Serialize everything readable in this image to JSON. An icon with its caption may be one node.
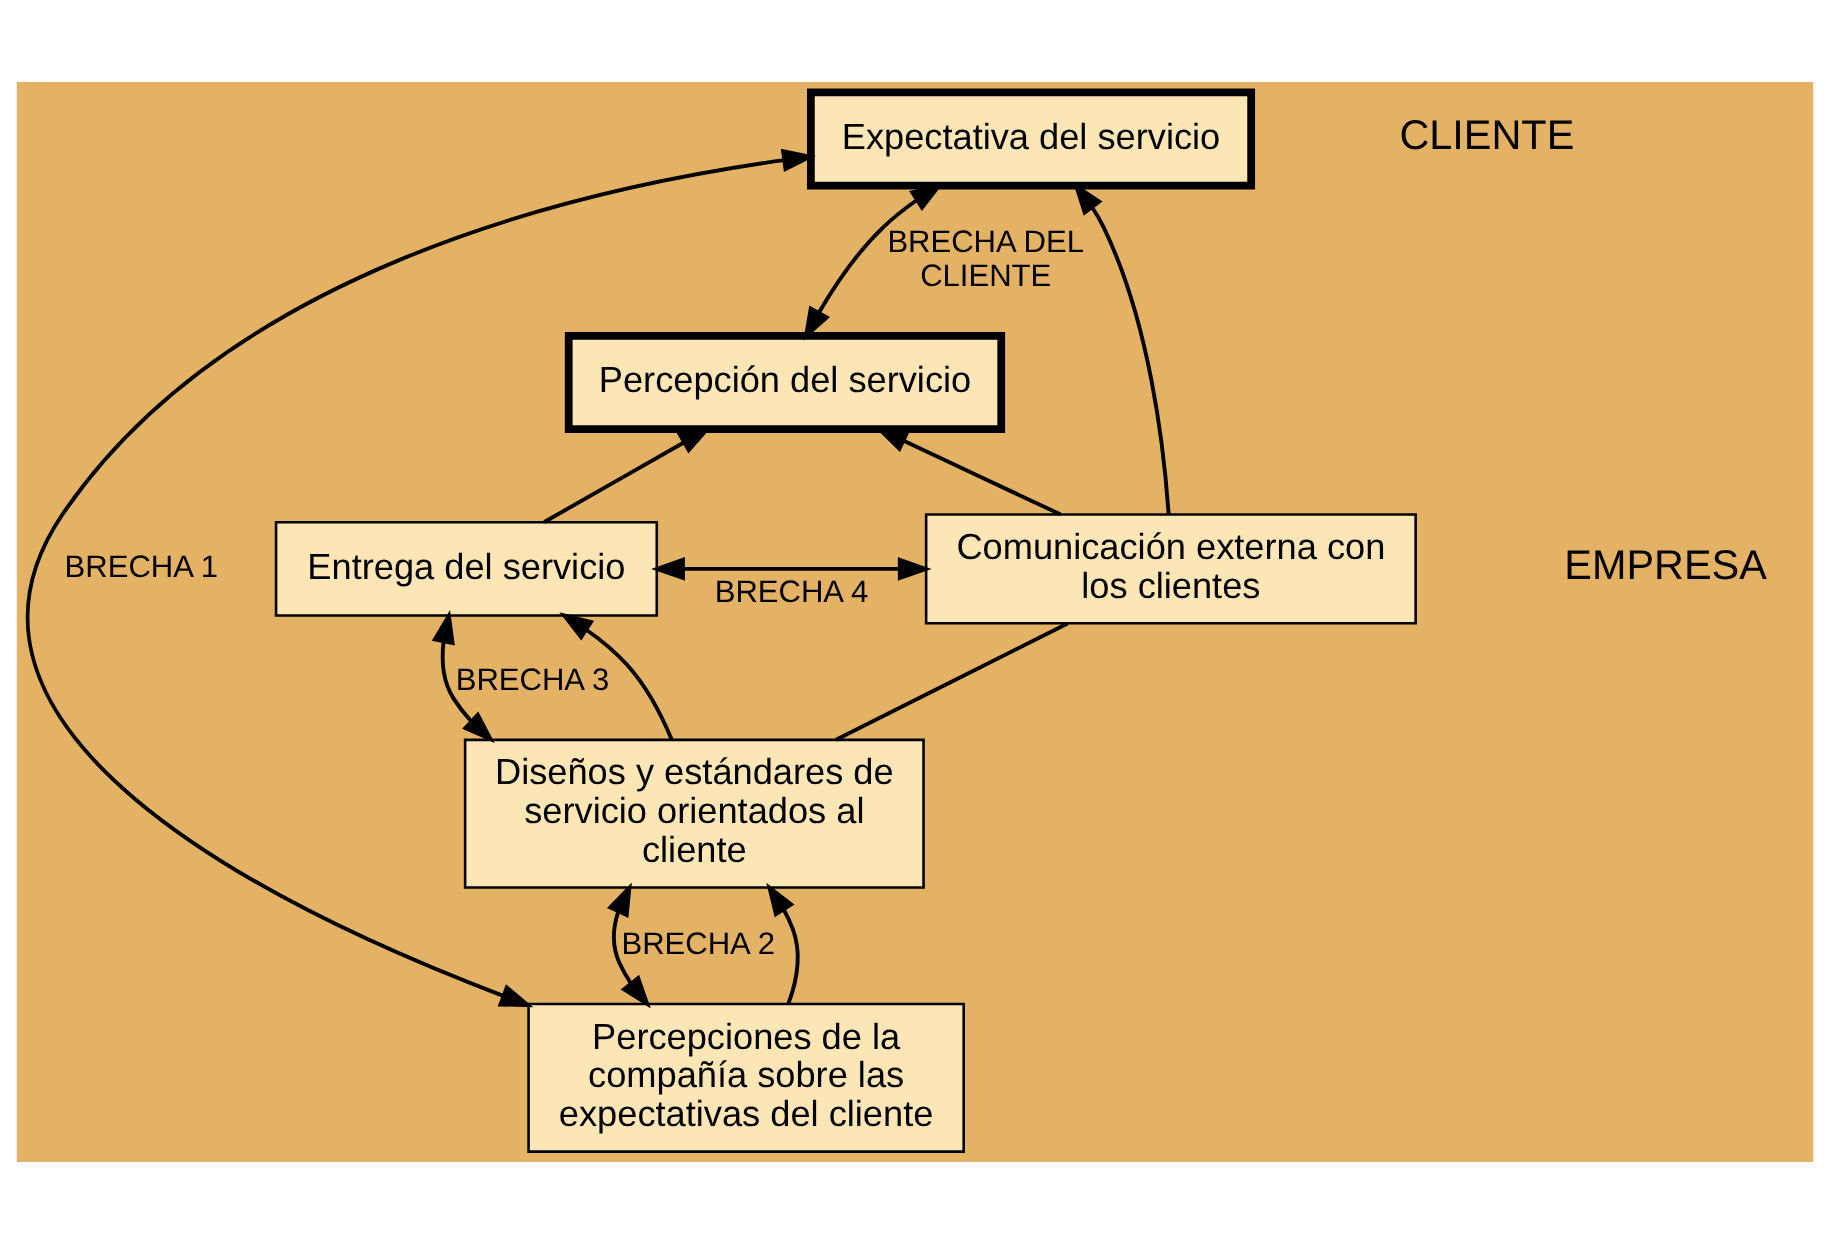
{
  "diagram": {
    "nodes": [
      {
        "text": [
          "Expectativa del servicio"
        ]
      },
      {
        "text": [
          "Percepción del servicio"
        ]
      },
      {
        "text": [
          "Entrega del servicio"
        ]
      },
      {
        "text": [
          "Diseños y estándares de servicio orientados al cliente"
        ]
      },
      {
        "text": [
          "Comunicación externa con los clientes"
        ]
      },
      {
        "text": [
          "Percepciones de la compañía sobre las expectativas del cliente"
        ]
      }
    ],
    "edges": [
      {
        "from": 1,
        "to": 0,
        "arrow": "both",
        "label": "BRECHA DEL CLIENTE"
      },
      {
        "from": 5,
        "to": 0,
        "arrow": "both",
        "label": "BRECHA 1"
      },
      {
        "from": 5,
        "to": 3,
        "arrow": "both",
        "label": "BRECHA 2"
      },
      {
        "from": 3,
        "to": 2,
        "arrow": "both",
        "label": "BRECHA 3"
      },
      {
        "from": 2,
        "to": 4,
        "arrow": "both",
        "label": "BRECHA 4"
      },
      {
        "from": 2,
        "to": 1,
        "arrow": "to"
      },
      {
        "from": 3,
        "to": 2,
        "arrow": "to"
      },
      {
        "from": 5,
        "to": 3,
        "arrow": "to"
      },
      {
        "from": 3,
        "to": 4,
        "arrow": "none"
      },
      {
        "from": 4,
        "to": 0,
        "arrow": "to"
      },
      {
        "from": 4,
        "to": 1,
        "arrow": "to"
      }
    ],
    "labels": [
      "CLIENTE",
      "EMPRESA"
    ]
  }
}
